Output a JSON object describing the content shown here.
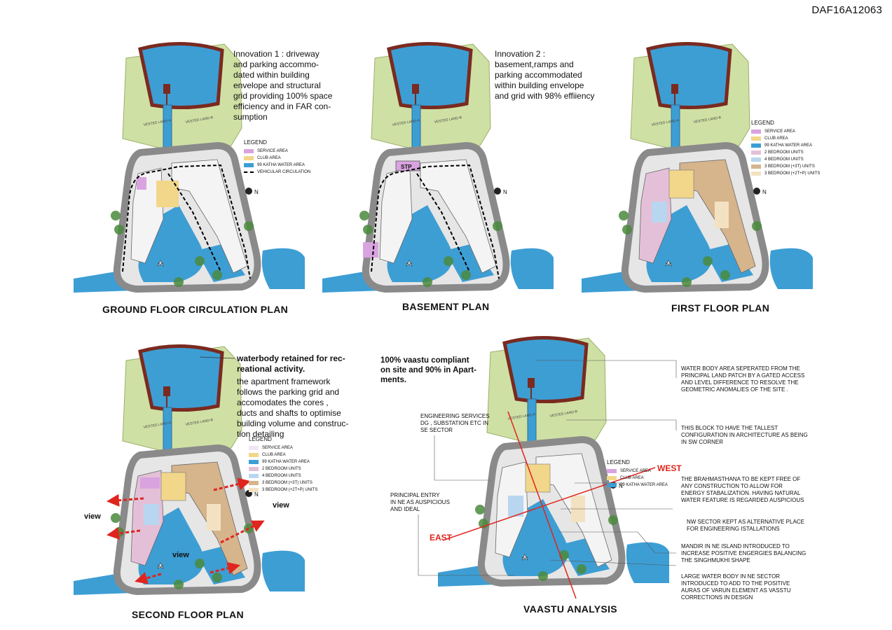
{
  "doc_id": "DAF16A12063",
  "colors": {
    "site_green": "#cfe0a4",
    "water": "#3d9ed4",
    "water_light": "#7ec2e4",
    "boundary": "#7a2a20",
    "road": "#8a8a8a",
    "service": "#d9a3e0",
    "club": "#f2d68a",
    "two_bed": "#e4c0d8",
    "four_bed": "#b8d6ef",
    "three_bed_3t": "#d6b48c",
    "three_bed_2tp": "#f3e2c2",
    "arrow_red": "#e0241e"
  },
  "plans": [
    {
      "title": "GROUND FLOOR CIRCULATION PLAN"
    },
    {
      "title": "BASEMENT PLAN"
    },
    {
      "title": "FIRST FLOOR PLAN"
    },
    {
      "title": "SECOND  FLOOR PLAN"
    },
    {
      "title": "VAASTU ANALYSIS"
    }
  ],
  "site_labels": {
    "land_a": "VESTED LAND-A\n2757.03 SQM",
    "land_b": "VESTED LAND-B\n1748.44 SQM",
    "north": "N",
    "stp": "STP"
  },
  "innovation1": [
    "Innovation 1 : driveway",
    "and parking accommo-",
    "dated within building",
    "envelope and structural",
    "grid providing 100% space",
    "efficiency and in FAR con-",
    "sumption"
  ],
  "innovation2": [
    "Innovation 2 :",
    "basement,ramps and",
    "parking accommodated",
    "within building envelope",
    "and grid with 98% effiiency"
  ],
  "legend_gf": {
    "title": "LEGEND",
    "items": [
      {
        "label": "SERVICE AREA",
        "color": "#d9a3e0"
      },
      {
        "label": "CLUB AREA",
        "color": "#f2d68a"
      },
      {
        "label": "99 KATHA WATER AREA",
        "color": "#3d9ed4"
      },
      {
        "label": "VEHICULAR CIRCULATION",
        "color": "#000000"
      }
    ]
  },
  "legend_ff": {
    "title": "LEGEND",
    "items": [
      {
        "label": "SERVICE AREA",
        "color": "#d9a3e0"
      },
      {
        "label": "CLUB AREA",
        "color": "#f2d68a"
      },
      {
        "label": "99 KATHA WATER AREA",
        "color": "#3d9ed4"
      },
      {
        "label": "2 BEDROOM UNITS",
        "color": "#e4c0d8"
      },
      {
        "label": "4 BEDROOM UNITS",
        "color": "#b8d6ef"
      },
      {
        "label": "3 BEDROOM (+3T) UNITS",
        "color": "#d6b48c"
      },
      {
        "label": "3 BEDROOM (+2T+P) UNITS",
        "color": "#f3e2c2"
      }
    ]
  },
  "legend_sf": {
    "title": "LEGEND",
    "items": [
      {
        "label": "SERVICE AREA",
        "color": "#f1e6f3"
      },
      {
        "label": "CLUB AREA",
        "color": "#f2d68a"
      },
      {
        "label": "99 KATHA WATER AREA",
        "color": "#3d9ed4"
      },
      {
        "label": "2 BEDROOM UNITS",
        "color": "#e4c0d8"
      },
      {
        "label": "4 BEDROOM UNITS",
        "color": "#b8d6ef"
      },
      {
        "label": "3 BEDROOM (+3T) UNITS",
        "color": "#d6b48c"
      },
      {
        "label": "3 BEDROOM (+2T+P) UNITS",
        "color": "#f3e2c2"
      }
    ]
  },
  "legend_va": {
    "title": "LEGEND",
    "items": [
      {
        "label": "SERVICE AREA",
        "color": "#d9a3e0"
      },
      {
        "label": "CLUB AREA",
        "color": "#f2d68a"
      },
      {
        "label": "99 KATHA WATER AREA",
        "color": "#3d9ed4"
      }
    ]
  },
  "second_floor_note": {
    "bold": [
      "waterbody retained for rec-",
      "reational activity."
    ],
    "body": [
      "the apartment framework",
      "follows the parking grid and",
      "accomodates the cores ,",
      "ducts and shafts to optimise",
      "building volume and construc-",
      "tion detailing"
    ]
  },
  "views": [
    "view",
    "view",
    "view"
  ],
  "vaastu_head": [
    "100% vaastu compliant",
    "on site and 90% in Apart-",
    "ments."
  ],
  "vaastu_notes": [
    [
      "WATER BODY AREA SEPERATED FROM THE",
      "PRINCIPAL LAND PATCH BY A GATED ACCESS",
      "AND LEVEL DIFFERENCE TO RESOLVE THE",
      "GEOMETRIC ANOMALIES OF THE SITE ."
    ],
    [
      "THIS BLOCK TO HAVE THE TALLEST",
      "CONFIGURATION IN ARCHITECTURE AS BEING",
      "IN SW CORNER"
    ],
    [
      "THE BRAHMASTHANA TO BE KEPT FREE OF",
      "ANY CONSTRUCTION TO ALLOW FOR",
      "ENERGY STABALIZATION. HAVING NATURAL",
      "WATER FEATURE IS REGARDED AUSPICIOUS"
    ],
    [
      "NW SECTOR KEPT AS ALTERNATIVE PLACE",
      "FOR ENGINEERING ISTALLATIONS"
    ],
    [
      "MANDIR IN NE ISLAND INTRODUCED TO",
      "INCREASE POSITIVE ENGERGIES BALANCING",
      "THE SINGHMUKHI SHAPE"
    ],
    [
      "LARGE WATER BODY IN NE SECTOR",
      "INTRODUCED TO ADD TO THE POSITIVE",
      "AURAS OF VARUN ELEMENT AS VASSTU",
      "CORRECTIONS IN DESIGN"
    ]
  ],
  "vaastu_left_notes": [
    [
      "ENGINEERING SERVICES",
      "DG , SUBSTATION ETC IN",
      "SE SECTOR"
    ],
    [
      "PRINCIPAL ENTRY",
      "IN NE AS AUSPICIOUS",
      "AND IDEAL"
    ]
  ],
  "directions": {
    "east": "EAST",
    "west": "WEST"
  }
}
